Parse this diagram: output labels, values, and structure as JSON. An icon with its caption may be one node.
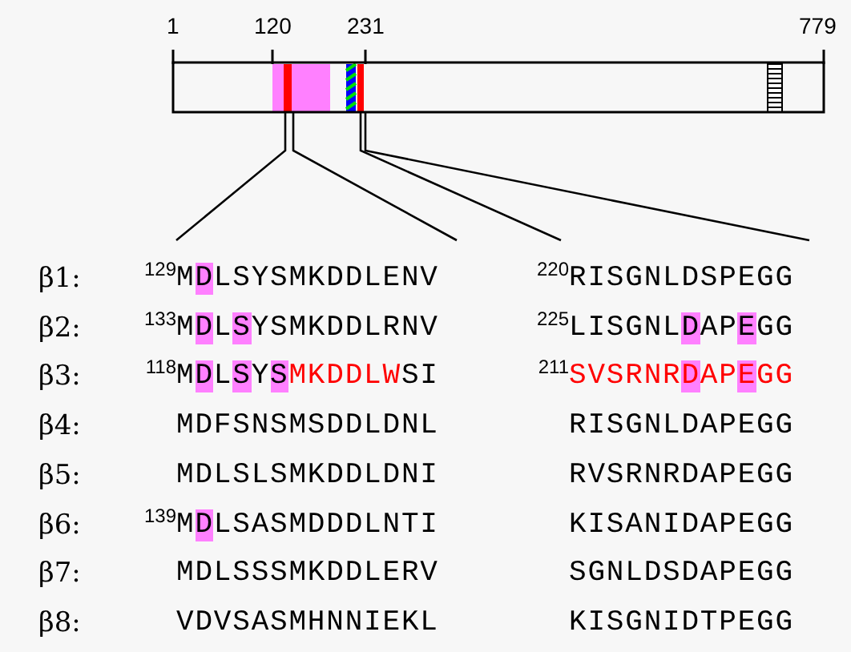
{
  "diagram": {
    "labels": [
      "1",
      "120",
      "231",
      "779",
      "β1:",
      "$^{129}$MDLSYSMKDDLENV",
      "$^{220}$RISGNLDSPEGG",
      "β2:",
      "$^{133}$MDLSYSMKDDLRNV",
      "$^{225}$LISGNLDAPEGG",
      "β3:",
      "$^{118}$MDLSYSMKDDLWSI",
      "$^{211}$SVSRNRDAPEGG",
      "β4:",
      "MDFSNSMSDDLDNL",
      "RISGNLDAPEGG",
      "β5:",
      "MDLSLSMKDDLDNI",
      "RVSRNRDAPEGG",
      "β6:",
      "$^{139}$MDLSASMDDDLNTI",
      "KISANIDAPEGG",
      "β7:",
      "MDLSSSMKDDLERV",
      "SGNLDSDAPEGG",
      "β8:",
      "VDVSASMHNNIEKL",
      "KISGNIDTPEGG"
    ]
  }
}
